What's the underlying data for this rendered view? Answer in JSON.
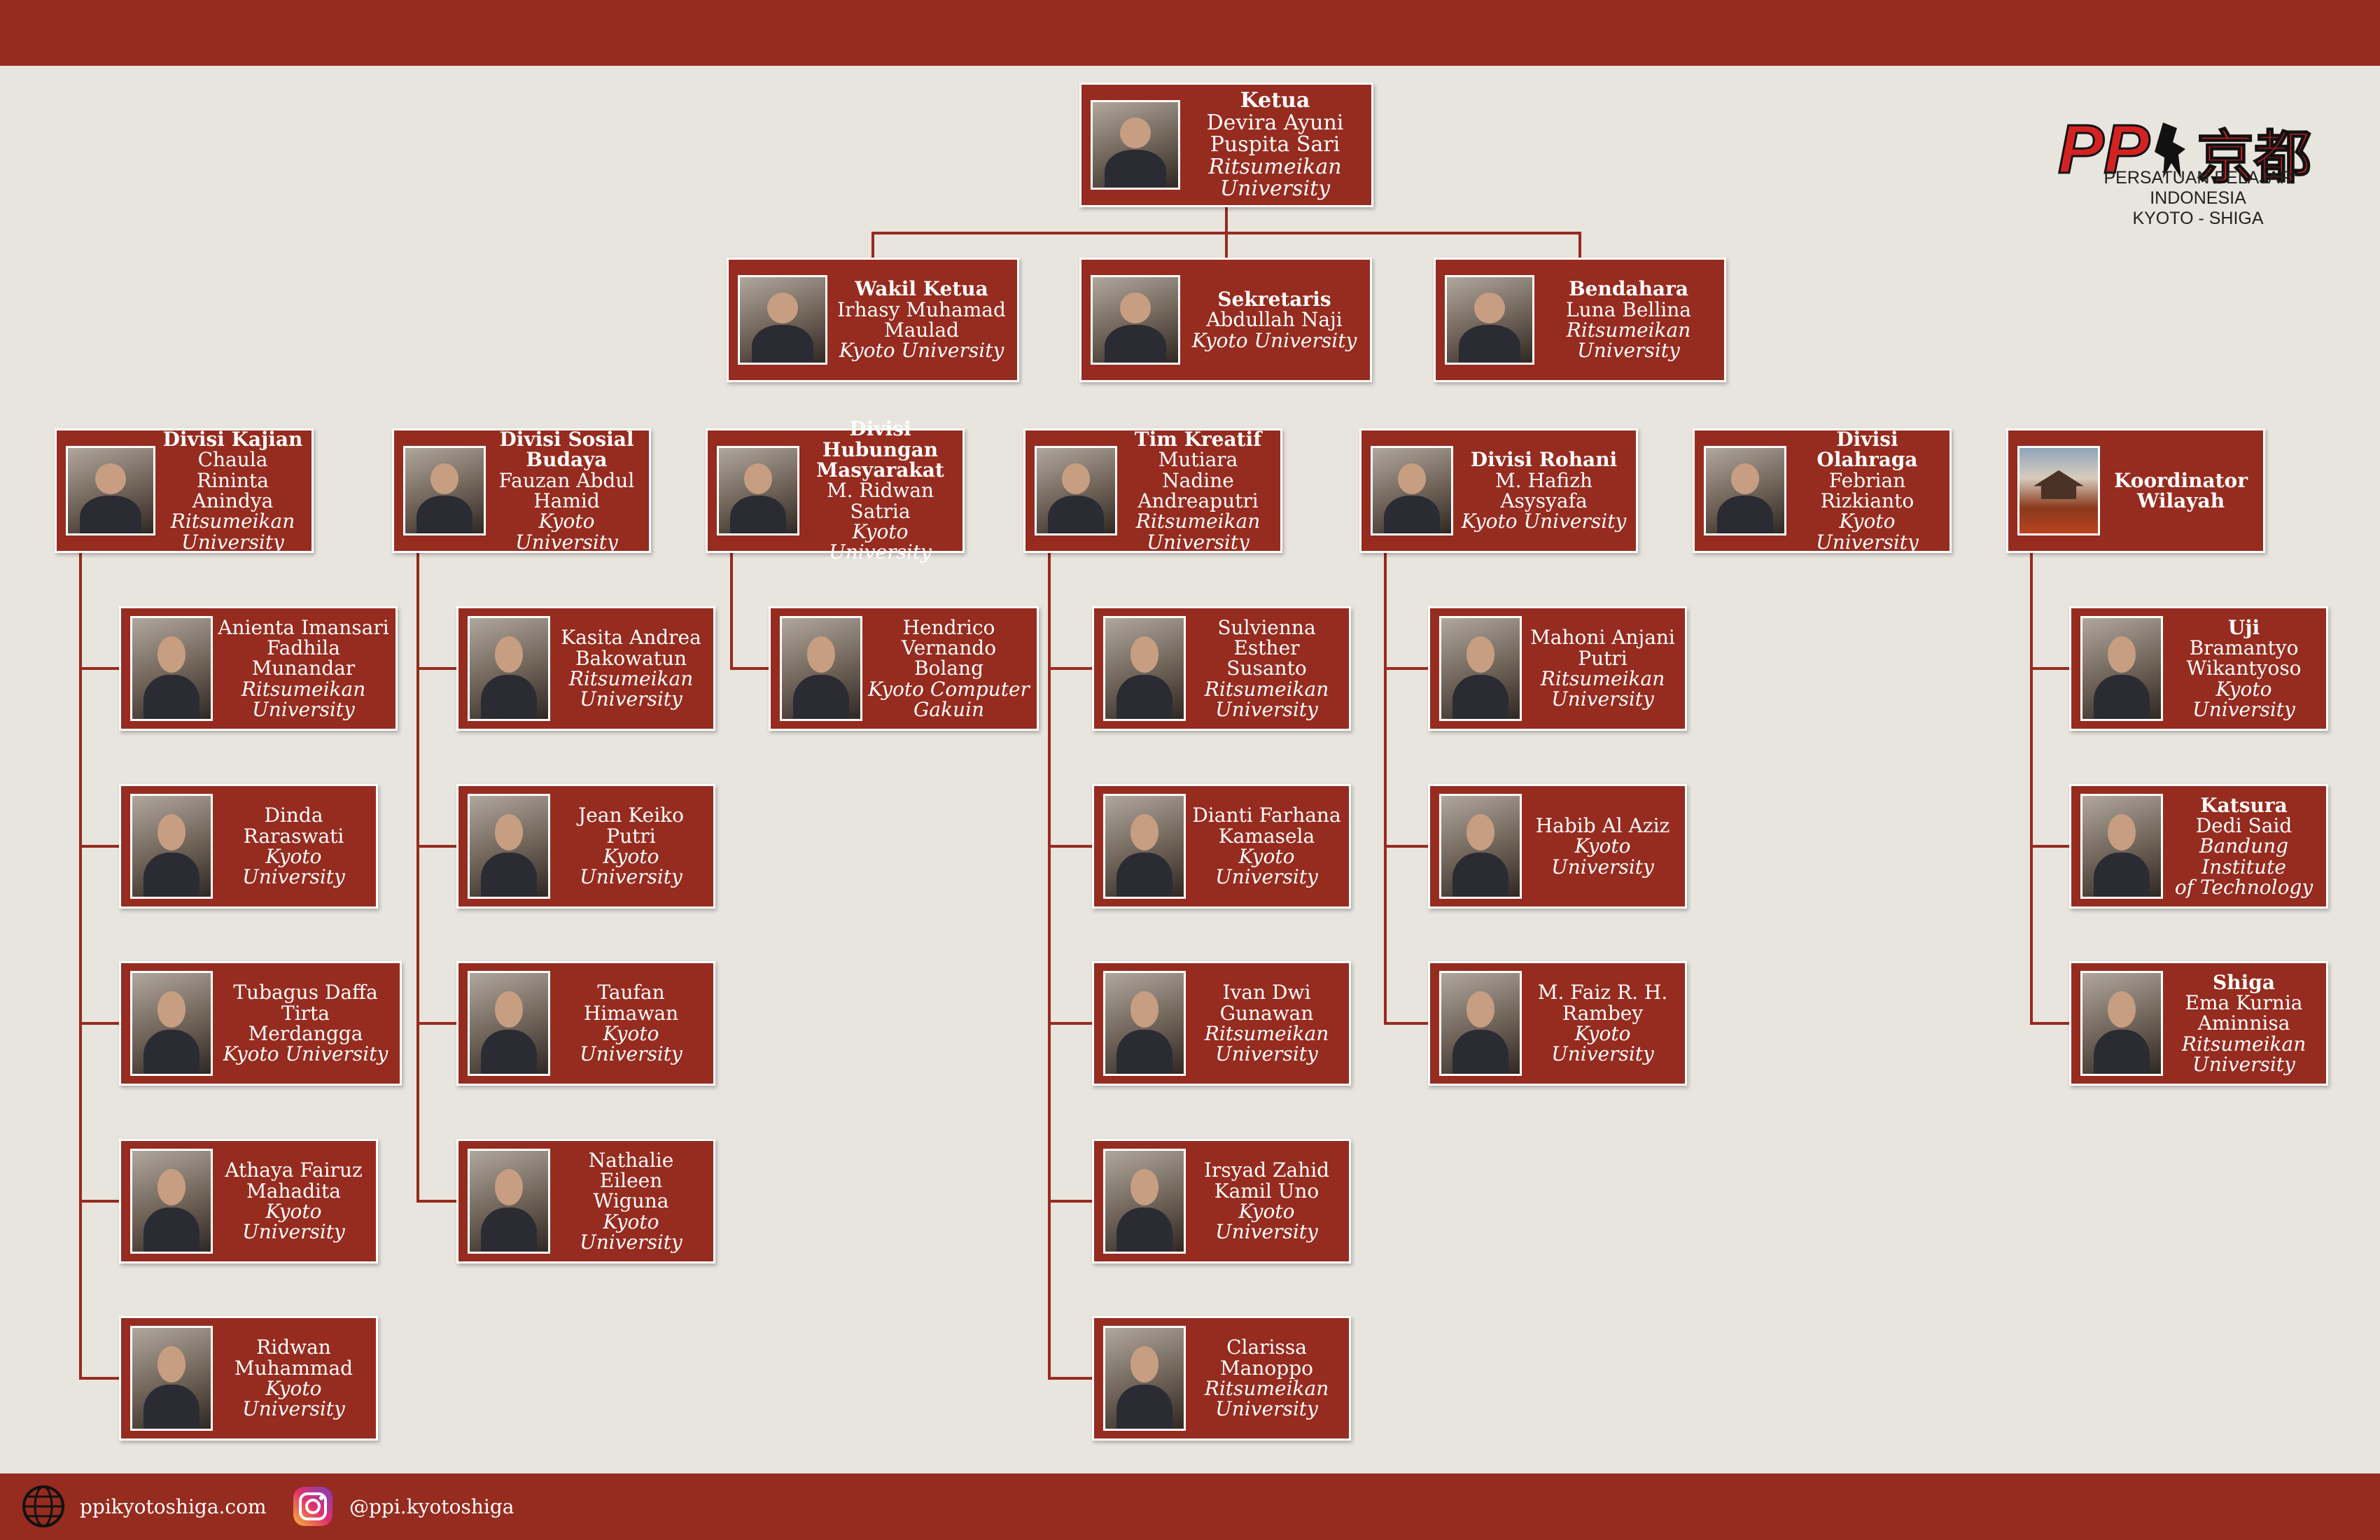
{
  "colors": {
    "card": "#962b1f",
    "line": "#962b1f",
    "background": "#e8e4de"
  },
  "org": {
    "name": "PPI",
    "kanji": "京都",
    "tagline": [
      "PERSATUAN PELAJAR INDONESIA",
      "KYOTO - SHIGA"
    ]
  },
  "footer": {
    "website": "ppikyotoshiga.com",
    "instagram": "@ppi.kyotoshiga",
    "website_icon": "globe-icon",
    "instagram_icon": "instagram-icon"
  },
  "members": [
    {
      "id": "ketua",
      "role": "Ketua",
      "name": [
        "Devira Ayuni",
        "Puspita Sari"
      ],
      "uni": [
        "Ritsumeikan",
        "University"
      ]
    },
    {
      "id": "wakil",
      "role": "Wakil Ketua",
      "name": [
        "Irhasy Muhamad",
        "Maulad"
      ],
      "uni": [
        "Kyoto University"
      ]
    },
    {
      "id": "sekretaris",
      "role": "Sekretaris",
      "name": [
        "Abdullah Naji"
      ],
      "uni": [
        "Kyoto University"
      ]
    },
    {
      "id": "bendahara",
      "role": "Bendahara",
      "name": [
        "Luna Bellina"
      ],
      "uni": [
        "Ritsumeikan",
        "University"
      ]
    },
    {
      "id": "kajian",
      "role": "Divisi Kajian",
      "name": [
        "Chaula Rininta",
        "Anindya"
      ],
      "uni": [
        "Ritsumeikan",
        "University"
      ]
    },
    {
      "id": "sosbud",
      "role": "Divisi Sosial Budaya",
      "name": [
        "Fauzan Abdul",
        "Hamid"
      ],
      "uni": [
        "Kyoto University"
      ]
    },
    {
      "id": "humas",
      "role": "Divisi Hubungan Masyarakat",
      "name": [
        "M. Ridwan Satria"
      ],
      "uni": [
        "Kyoto University"
      ]
    },
    {
      "id": "kreatif",
      "role": "Tim Kreatif",
      "name": [
        "Mutiara Nadine",
        "Andreaputri"
      ],
      "uni": [
        "Ritsumeikan",
        "University"
      ]
    },
    {
      "id": "rohani",
      "role": "Divisi Rohani",
      "name": [
        "M. Hafizh Asysyafa"
      ],
      "uni": [
        "Kyoto University"
      ]
    },
    {
      "id": "olahraga",
      "role": "Divisi Olahraga",
      "name": [
        "Febrian Rizkianto"
      ],
      "uni": [
        "Kyoto University"
      ]
    },
    {
      "id": "korwil",
      "role": "Koordinator Wilayah",
      "name": [],
      "uni": []
    },
    {
      "id": "k1",
      "role": "",
      "name": [
        "Anienta Imansari",
        "Fadhila Munandar"
      ],
      "uni": [
        "Ritsumeikan",
        "University"
      ]
    },
    {
      "id": "k2",
      "role": "",
      "name": [
        "Dinda Raraswati"
      ],
      "uni": [
        "Kyoto University"
      ]
    },
    {
      "id": "k3",
      "role": "",
      "name": [
        "Tubagus Daffa Tirta",
        "Merdangga"
      ],
      "uni": [
        "Kyoto University"
      ]
    },
    {
      "id": "k4",
      "role": "",
      "name": [
        "Athaya Fairuz",
        "Mahadita"
      ],
      "uni": [
        "Kyoto University"
      ]
    },
    {
      "id": "k5",
      "role": "",
      "name": [
        "Ridwan",
        "Muhammad"
      ],
      "uni": [
        "Kyoto University"
      ]
    },
    {
      "id": "s1",
      "role": "",
      "name": [
        "Kasita Andrea",
        "Bakowatun"
      ],
      "uni": [
        "Ritsumeikan",
        "University"
      ]
    },
    {
      "id": "s2",
      "role": "",
      "name": [
        "Jean Keiko Putri"
      ],
      "uni": [
        "Kyoto University"
      ]
    },
    {
      "id": "s3",
      "role": "",
      "name": [
        "Taufan Himawan"
      ],
      "uni": [
        "Kyoto University"
      ]
    },
    {
      "id": "s4",
      "role": "",
      "name": [
        "Nathalie Eileen",
        "Wiguna"
      ],
      "uni": [
        "Kyoto University"
      ]
    },
    {
      "id": "h1",
      "role": "",
      "name": [
        "Hendrico",
        "Vernando Bolang"
      ],
      "uni": [
        "Kyoto Computer",
        "Gakuin"
      ]
    },
    {
      "id": "t1",
      "role": "",
      "name": [
        "Sulvienna Esther",
        "Susanto"
      ],
      "uni": [
        "Ritsumeikan",
        "University"
      ]
    },
    {
      "id": "t2",
      "role": "",
      "name": [
        "Dianti Farhana",
        "Kamasela"
      ],
      "uni": [
        "Kyoto University"
      ]
    },
    {
      "id": "t3",
      "role": "",
      "name": [
        "Ivan Dwi",
        "Gunawan"
      ],
      "uni": [
        "Ritsumeikan",
        "University"
      ]
    },
    {
      "id": "t4",
      "role": "",
      "name": [
        "Irsyad Zahid",
        "Kamil Uno"
      ],
      "uni": [
        "Kyoto University"
      ]
    },
    {
      "id": "t5",
      "role": "",
      "name": [
        "Clarissa Manoppo"
      ],
      "uni": [
        "Ritsumeikan",
        "University"
      ]
    },
    {
      "id": "r1",
      "role": "",
      "name": [
        "Mahoni Anjani",
        "Putri"
      ],
      "uni": [
        "Ritsumeikan",
        "University"
      ]
    },
    {
      "id": "r2",
      "role": "",
      "name": [
        "Habib Al Aziz"
      ],
      "uni": [
        "Kyoto University"
      ]
    },
    {
      "id": "r3",
      "role": "",
      "name": [
        "M. Faiz R. H.",
        "Rambey"
      ],
      "uni": [
        "Kyoto University"
      ]
    },
    {
      "id": "w1",
      "role": "Uji",
      "name": [
        "Bramantyo",
        "Wikantyoso"
      ],
      "uni": [
        "Kyoto University"
      ]
    },
    {
      "id": "w2",
      "role": "Katsura",
      "name": [
        "Dedi Said"
      ],
      "uni": [
        "Bandung Institute",
        "of Technology"
      ]
    },
    {
      "id": "w3",
      "role": "Shiga",
      "name": [
        "Ema Kurnia",
        "Aminnisa"
      ],
      "uni": [
        "Ritsumeikan",
        "University"
      ]
    }
  ]
}
